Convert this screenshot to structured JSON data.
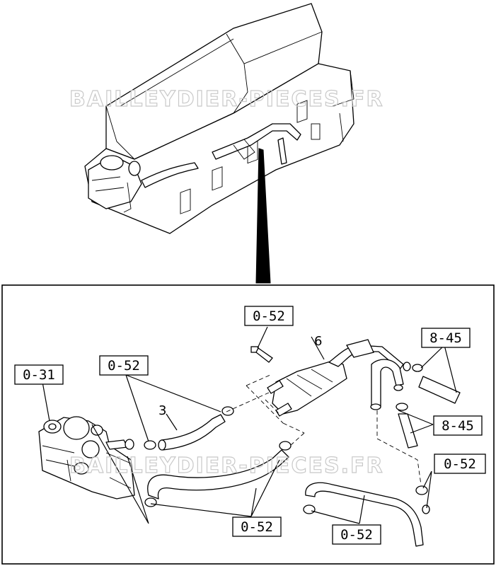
{
  "watermark": "BAILLEYDIER-PIECES.FR",
  "callouts": {
    "c_052_top": "0-52",
    "c_031": "0-31",
    "c_052_left": "0-52",
    "c_845_top": "8-45",
    "c_845_mid": "8-45",
    "c_052_right": "0-52",
    "c_052_bottom_left": "0-52",
    "c_052_bottom_right": "0-52"
  },
  "part_numbers": {
    "p6": "6",
    "p3": "3"
  }
}
